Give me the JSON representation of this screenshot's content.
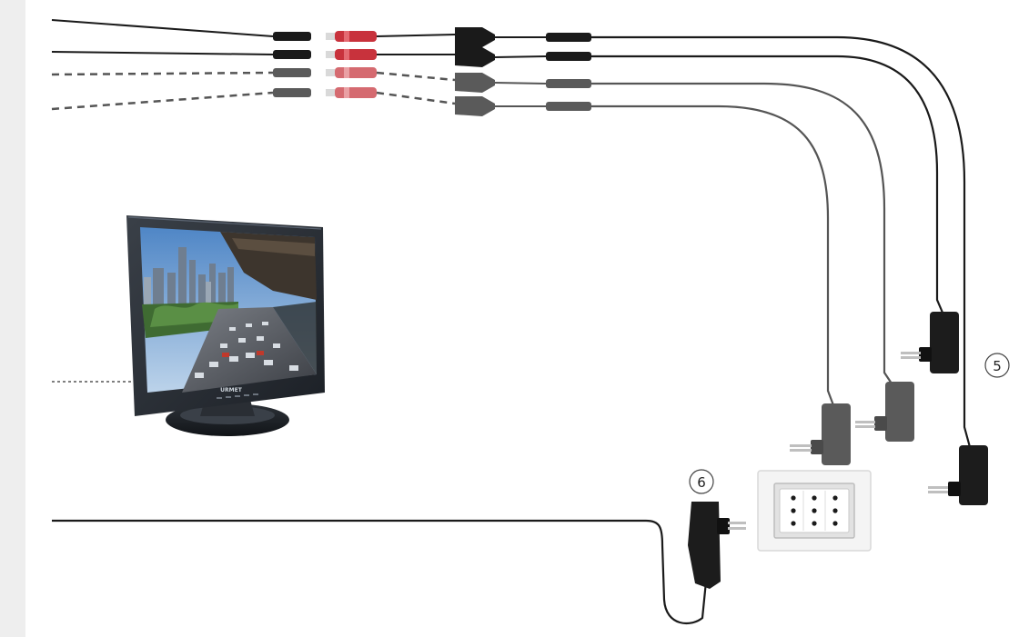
{
  "diagram": {
    "callouts": [
      {
        "id": "callout-5",
        "label": "5"
      },
      {
        "id": "callout-6",
        "label": "6"
      }
    ],
    "monitor": {
      "brand": "URMET"
    },
    "colors": {
      "cable_black": "#1a1a1a",
      "cable_grey": "#555555",
      "plug_red": "#c8323c",
      "adapter_black": "#1c1c1c",
      "adapter_grey": "#5a5a5a",
      "background_strip": "#eeeeee"
    },
    "icons": [
      "monitor-icon",
      "power-adapter-icon",
      "wall-socket-icon",
      "dc-connector-icon",
      "splitter-icon"
    ]
  }
}
